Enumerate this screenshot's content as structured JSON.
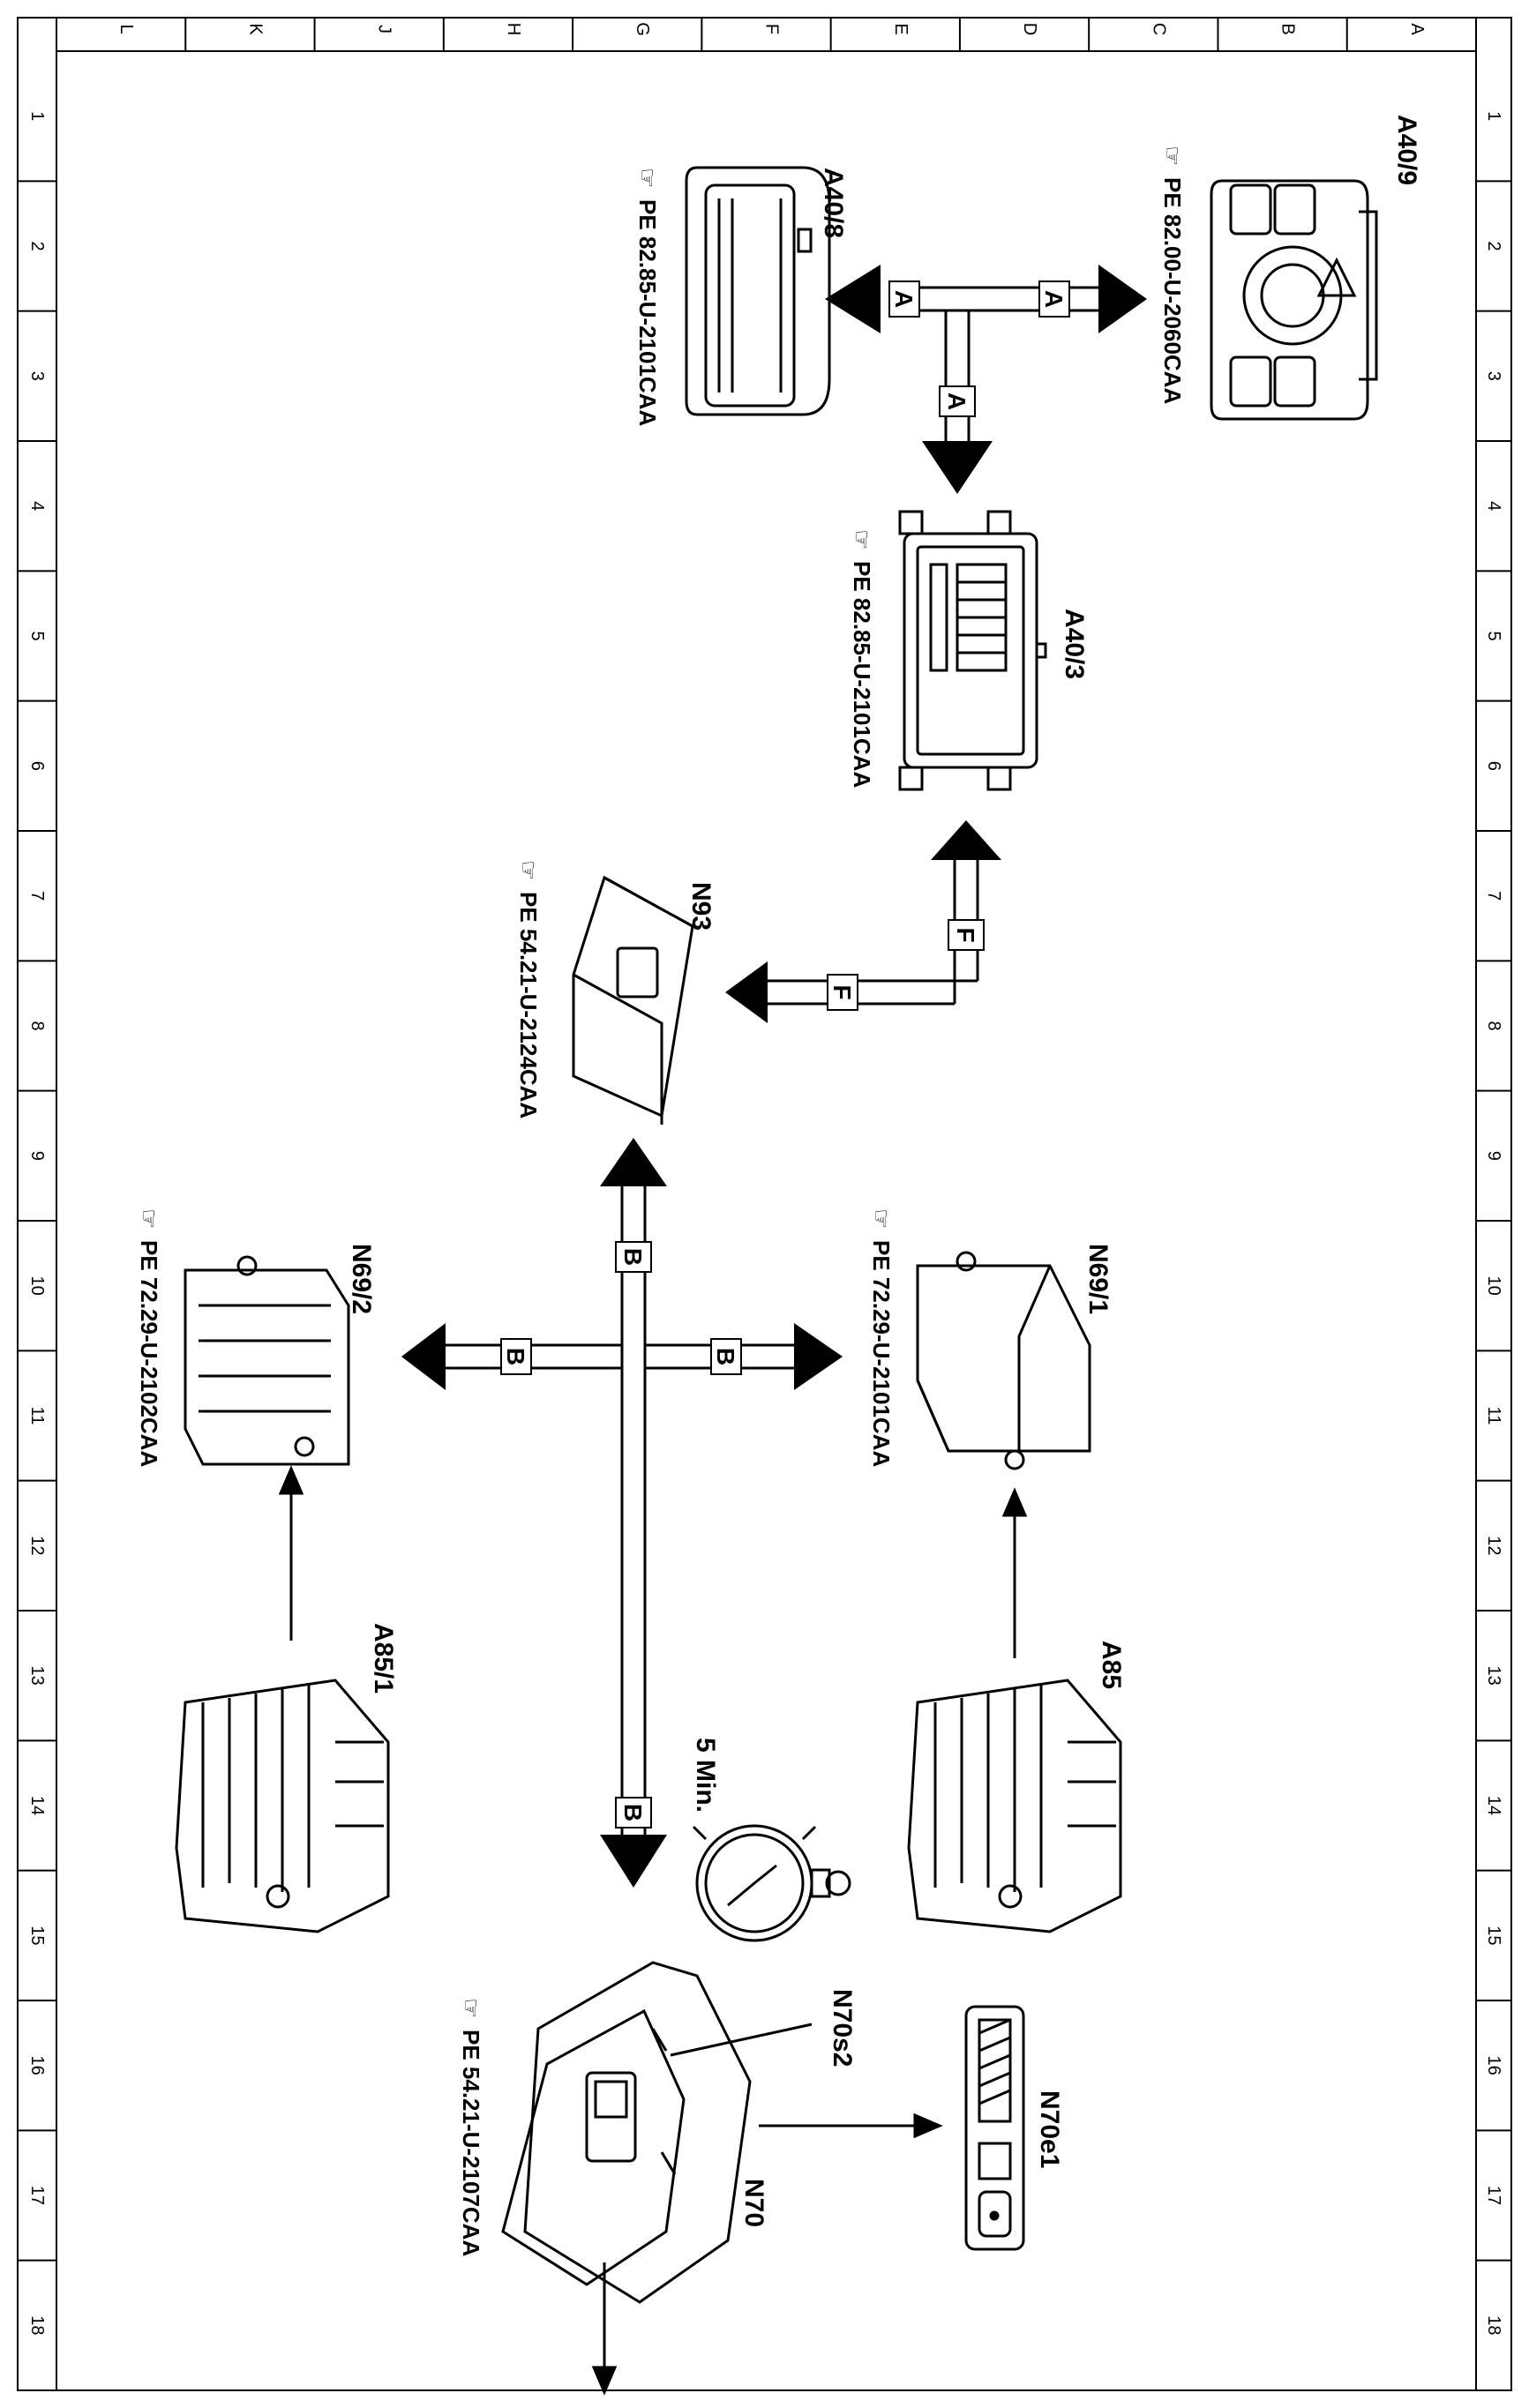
{
  "frame": {
    "columns": [
      "L",
      "K",
      "J",
      "H",
      "G",
      "F",
      "E",
      "D",
      "C",
      "B",
      "A"
    ],
    "rows": [
      "1",
      "2",
      "3",
      "4",
      "5",
      "6",
      "7",
      "8",
      "9",
      "10",
      "11",
      "12",
      "13",
      "14",
      "15",
      "16",
      "17",
      "18"
    ]
  },
  "components": [
    {
      "id": "A40/9",
      "ref": "PE 82.00-U-2060CAA"
    },
    {
      "id": "A40/8",
      "ref": "PE 82.85-U-2101CAA"
    },
    {
      "id": "A40/3",
      "ref": "PE 82.85-U-2101CAA"
    },
    {
      "id": "N93",
      "ref": "PE 54.21-U-2124CAA"
    },
    {
      "id": "N69/1",
      "ref": "PE 72.29-U-2101CAA"
    },
    {
      "id": "N69/2",
      "ref": "PE 72.29-U-2102CAA"
    },
    {
      "id": "A85",
      "ref": ""
    },
    {
      "id": "A85/1",
      "ref": ""
    },
    {
      "id": "N70",
      "ref": "PE 54.21-U-2107CAA"
    },
    {
      "id": "N70s2",
      "ref": ""
    },
    {
      "id": "N70e1",
      "ref": ""
    }
  ],
  "connector_labels": {
    "a": "A",
    "b": "B",
    "f": "F"
  },
  "timer_label": "5 Min.",
  "pointer_glyph": "☞"
}
